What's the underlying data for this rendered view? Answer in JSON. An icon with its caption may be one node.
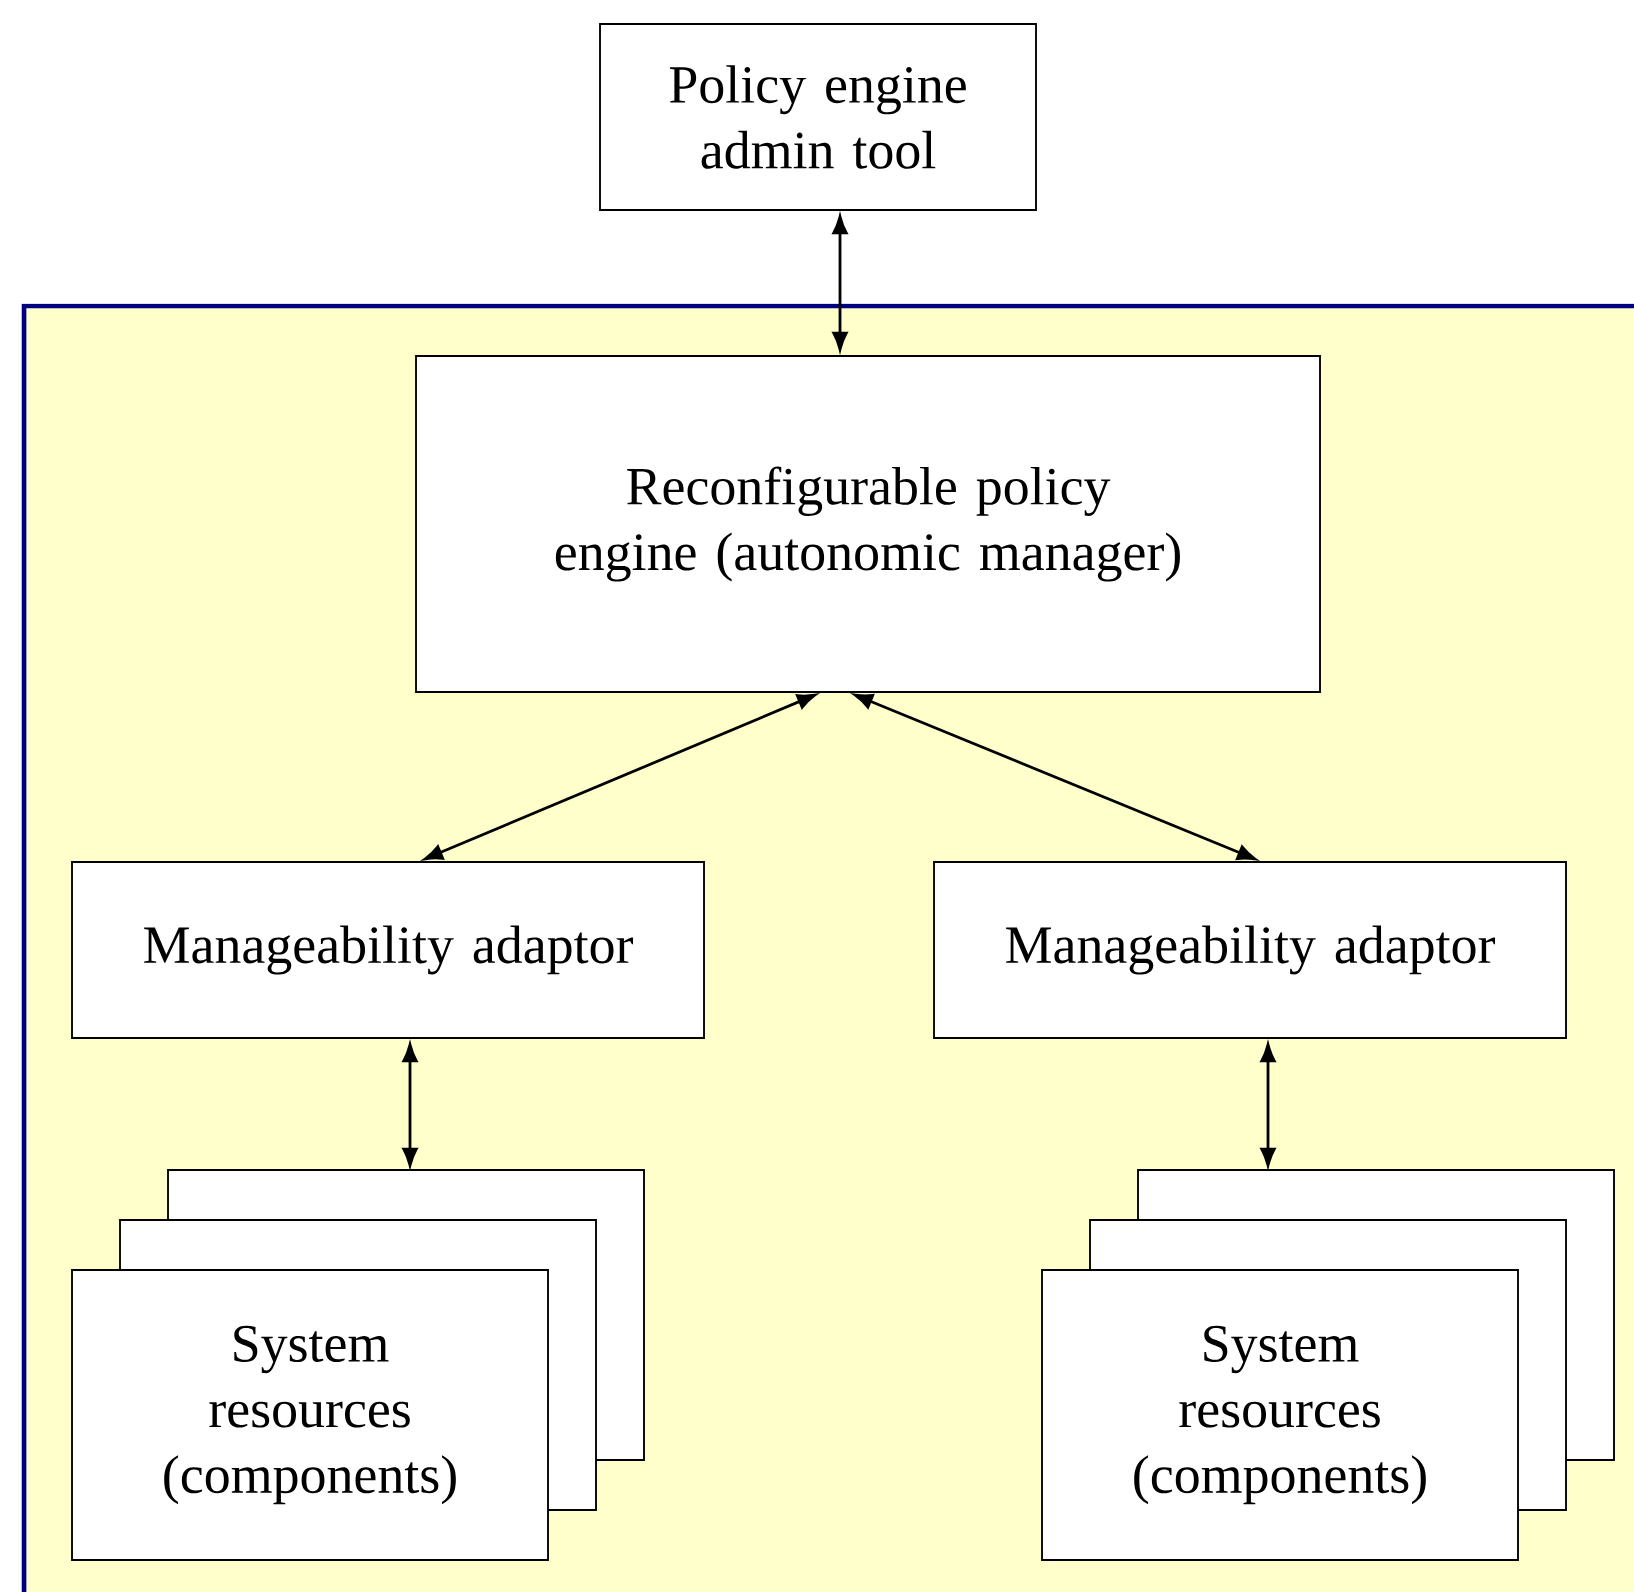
{
  "diagram": {
    "nodes": [
      {
        "text": [],
        "shape": "box"
      },
      {
        "text": [
          "Policy engine admin tool"
        ]
      },
      {
        "text": [
          "Reconfigurable policy engine (autonomic manager)"
        ],
        "in": 0
      },
      {
        "text": [
          "Manageability adaptor"
        ],
        "in": 0
      },
      {
        "text": [
          "Manageability adaptor"
        ],
        "in": 0
      },
      {
        "text": [
          "System resources (components)"
        ],
        "in": 0
      },
      {
        "text": [
          "System resources (components)"
        ],
        "in": 0
      }
    ],
    "edges": [
      {
        "from": 1,
        "to": 2,
        "arrow": "both"
      },
      {
        "from": 2,
        "to": 3,
        "arrow": "both"
      },
      {
        "from": 2,
        "to": 4,
        "arrow": "both"
      },
      {
        "from": 3,
        "to": 5,
        "arrow": "both"
      },
      {
        "from": 4,
        "to": 6,
        "arrow": "both"
      }
    ]
  }
}
